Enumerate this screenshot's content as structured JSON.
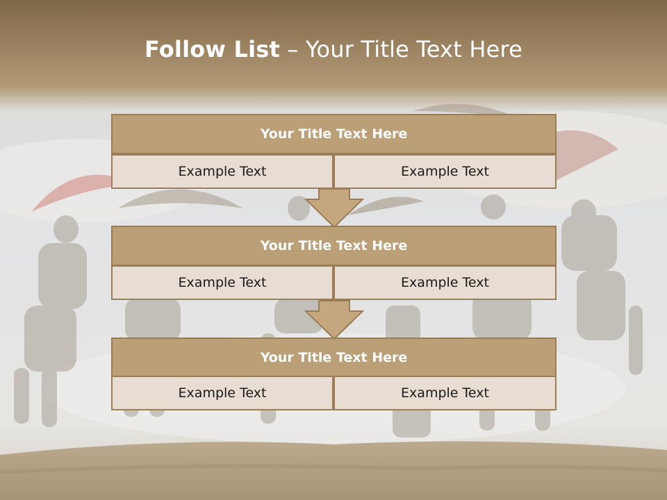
{
  "slide": {
    "title_bold": "Follow List",
    "title_rest": " – Your Title Text Here"
  },
  "blocks": [
    {
      "title": "Your Title Text Here",
      "left": "Example Text",
      "right": "Example Text"
    },
    {
      "title": "Your Title Text Here",
      "left": "Example Text",
      "right": "Example Text"
    },
    {
      "title": "Your Title Text Here",
      "left": "Example Text",
      "right": "Example Text"
    }
  ],
  "colors": {
    "header_brown": "#8e7553",
    "box_title_fill": "#bb9f77",
    "box_border": "#9a7d55",
    "cell_fill": "#e7ddd2",
    "arrow_fill": "#c4a77f"
  }
}
